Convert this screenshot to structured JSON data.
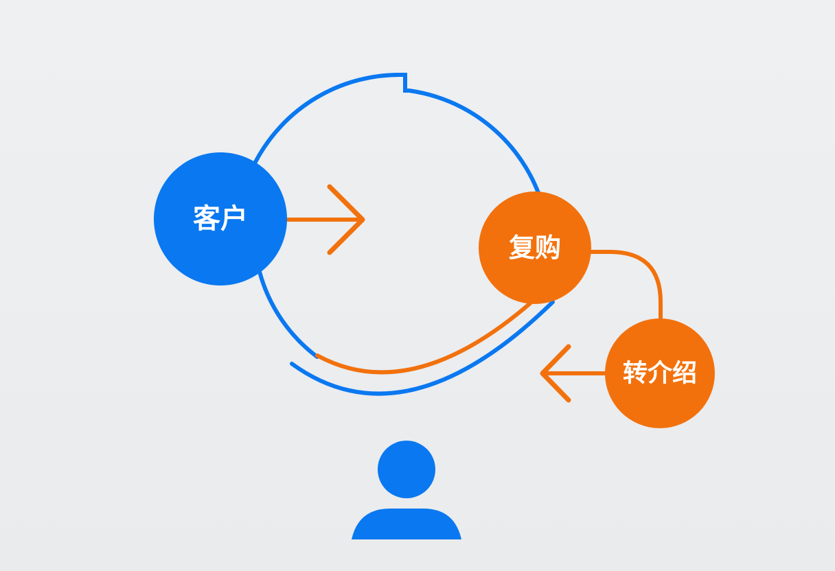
{
  "colors": {
    "background": "#eceef0",
    "blue": "#0a78f0",
    "orange": "#f2710c",
    "label_text": "#ffffff"
  },
  "nodes": {
    "customer": {
      "label": "客户",
      "color": "#0a78f0"
    },
    "repurchase": {
      "label": "复购",
      "color": "#f2710c"
    },
    "referral": {
      "label": "转介绍",
      "color": "#f2710c"
    }
  },
  "icons": {
    "arrow_right": "arrow-right-icon",
    "arrow_left": "arrow-left-icon",
    "person": "person-icon"
  }
}
